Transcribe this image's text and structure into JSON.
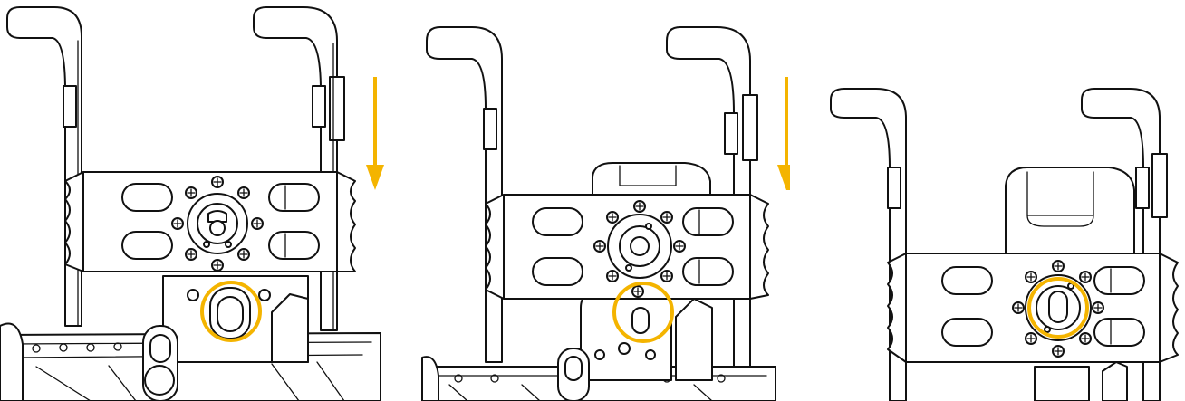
{
  "figure": {
    "panels": [
      {
        "id": "step-1",
        "shows_arrow": true,
        "highlight": "mount-hole-below-plate"
      },
      {
        "id": "step-2",
        "shows_arrow": true,
        "highlight": "hub-aligned-to-hole"
      },
      {
        "id": "step-3",
        "shows_arrow": false,
        "highlight": "hub-seated-in-hole"
      }
    ],
    "colors": {
      "arrow": "#F4B400",
      "highlight_ring": "#F4B400",
      "line": "#111111",
      "fill": "#ffffff"
    },
    "icons": [
      "down-arrow-icon",
      "highlight-circle-icon",
      "screw-icon",
      "hub-icon"
    ]
  }
}
